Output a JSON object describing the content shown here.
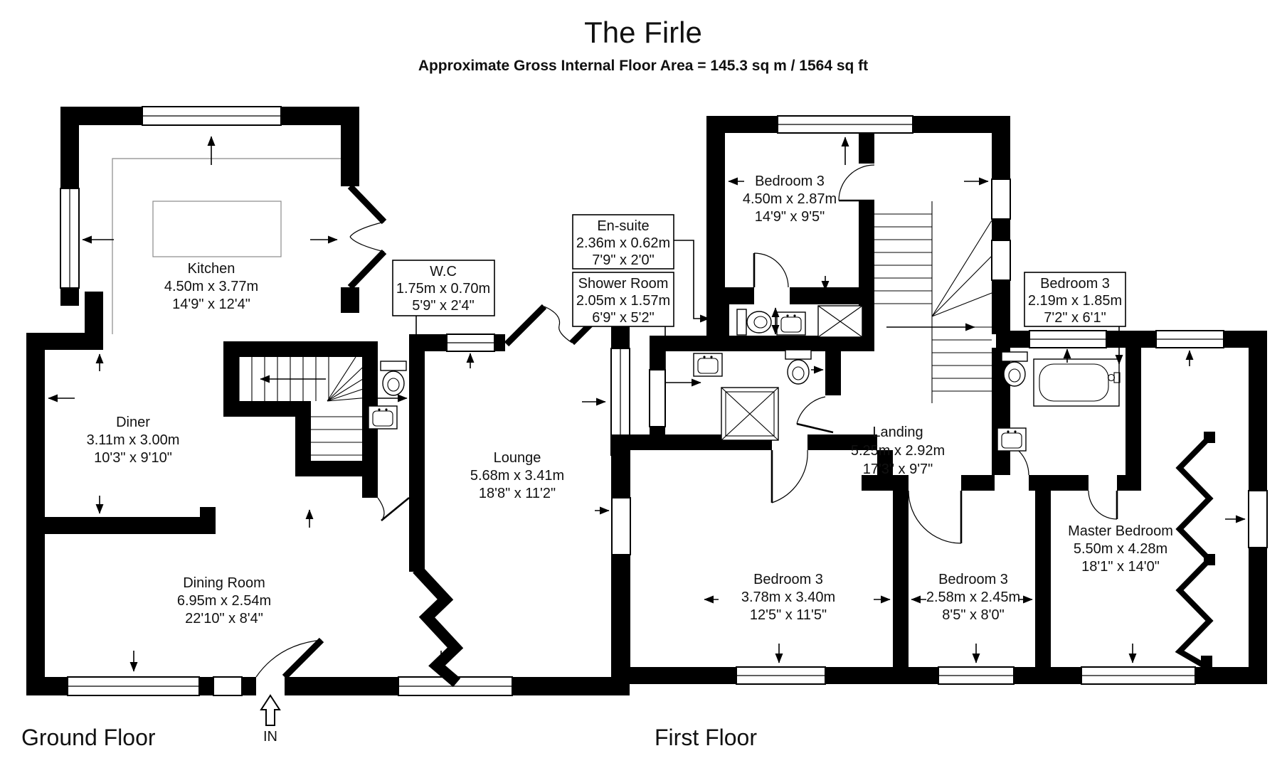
{
  "header": {
    "title": "The Firle",
    "subtitle": "Approximate Gross Internal Floor Area  = 145.3 sq m  / 1564 sq ft"
  },
  "ground": {
    "label": "Ground Floor",
    "entrance": "IN",
    "rooms": {
      "kitchen": {
        "name": "Kitchen",
        "metric": "4.50m x 3.77m",
        "imperial": "14'9\" x 12'4\""
      },
      "wc": {
        "name": "W.C",
        "metric": "1.75m x 0.70m",
        "imperial": "5'9\" x 2'4\""
      },
      "diner": {
        "name": "Diner",
        "metric": "3.11m x 3.00m",
        "imperial": "10'3\" x 9'10\""
      },
      "lounge": {
        "name": "Lounge",
        "metric": "5.68m x 3.41m",
        "imperial": "18'8\" x 11'2\""
      },
      "dining_room": {
        "name": "Dining Room",
        "metric": "6.95m x 2.54m",
        "imperial": "22'10\" x 8'4\""
      }
    }
  },
  "first": {
    "label": "First Floor",
    "rooms": {
      "bedroom3_top": {
        "name": "Bedroom 3",
        "metric": "4.50m x 2.87m",
        "imperial": "14'9\" x 9'5\""
      },
      "ensuite": {
        "name": "En-suite",
        "metric": "2.36m x 0.62m",
        "imperial": "7'9\" x 2'0\""
      },
      "shower_room": {
        "name": "Shower Room",
        "metric": "2.05m x 1.57m",
        "imperial": "6'9\" x 5'2\""
      },
      "bedroom3_right": {
        "name": "Bedroom 3",
        "metric": "2.19m x 1.85m",
        "imperial": "7'2\" x 6'1\""
      },
      "landing": {
        "name": "Landing",
        "metric": "5.25m x 2.92m",
        "imperial": "17'3\" x 9'7\""
      },
      "bedroom3_left": {
        "name": "Bedroom 3",
        "metric": "3.78m x 3.40m",
        "imperial": "12'5\" x 11'5\""
      },
      "bedroom3_mid": {
        "name": "Bedroom 3",
        "metric": "2.58m x 2.45m",
        "imperial": "8'5\" x 8'0\""
      },
      "master": {
        "name": "Master Bedroom",
        "metric": "5.50m x 4.28m",
        "imperial": "18'1\" x 14'0\""
      }
    }
  },
  "colors": {
    "wall": "#000000",
    "background": "#ffffff"
  }
}
